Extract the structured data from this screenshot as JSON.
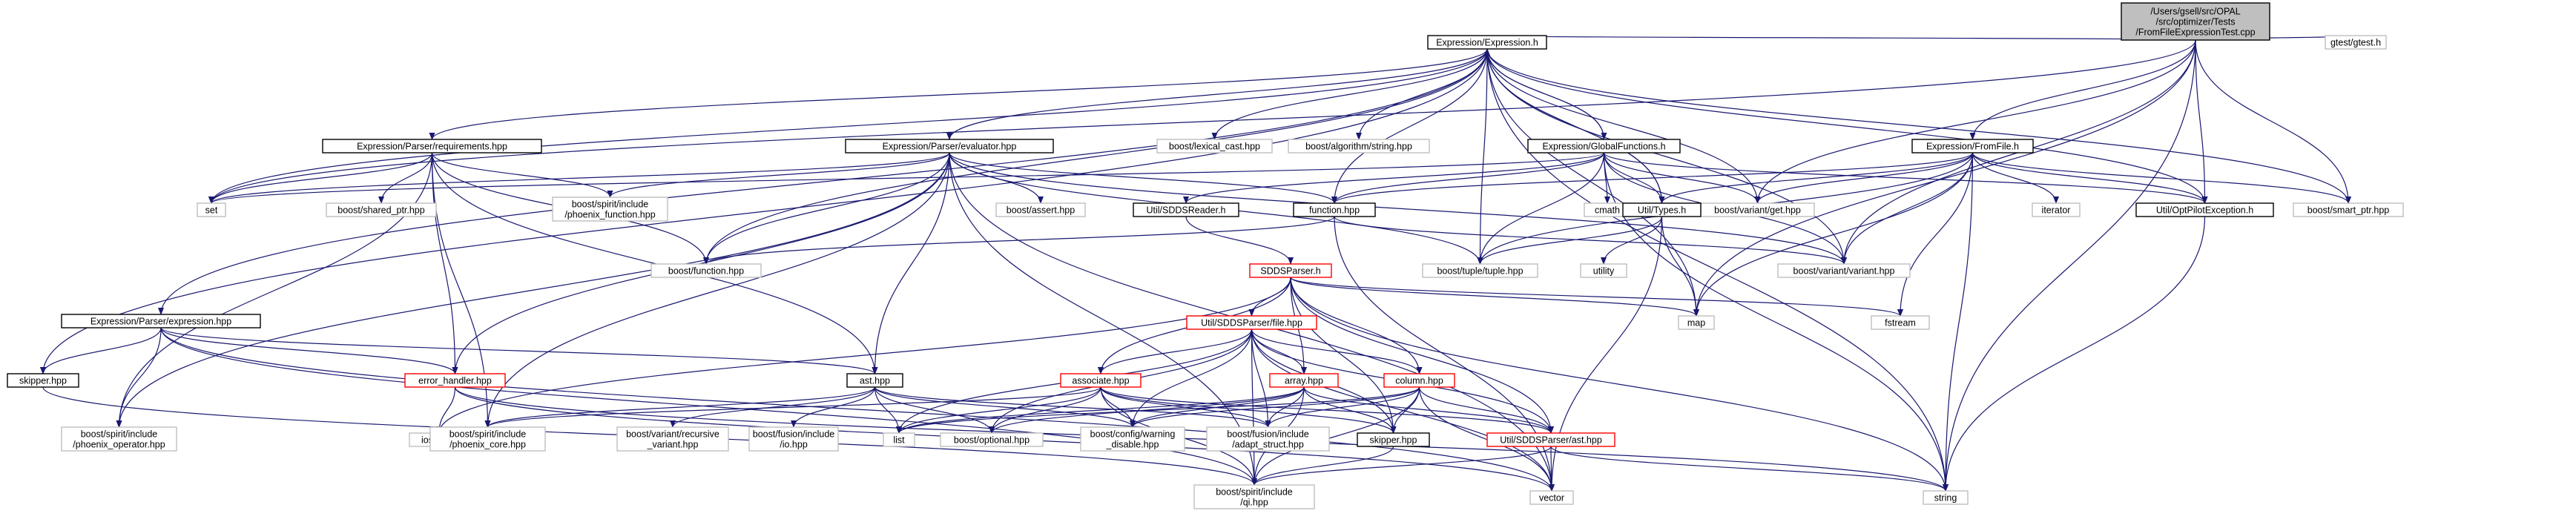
{
  "root": {
    "lines": [
      "/Users/gsell/src/OPAL",
      "/src/optimizer/Tests",
      "/FromFileExpressionTest.cpp"
    ]
  },
  "nodes": {
    "expression_h": "Expression/Expression.h",
    "gtest": "gtest/gtest.h",
    "requirements": "Expression/Parser/requirements.hpp",
    "evaluator": "Expression/Parser/evaluator.hpp",
    "lexical_cast": "boost/lexical_cast.hpp",
    "algorithm_string": "boost/algorithm/string.hpp",
    "global_functions": "Expression/GlobalFunctions.h",
    "fromfile": "Expression/FromFile.h",
    "set": "set",
    "shared_ptr": "boost/shared_ptr.hpp",
    "phoenix_function": [
      "boost/spirit/include",
      "/phoenix_function.hpp"
    ],
    "assert": "boost/assert.hpp",
    "sddsreader": "Util/SDDSReader.h",
    "function_hpp": "function.hpp",
    "variant_get": "boost/variant/get.hpp",
    "cmath": "cmath",
    "types_h": "Util/Types.h",
    "iterator": "iterator",
    "optpilot_exception": "Util/OptPilotException.h",
    "smart_ptr": "boost/smart_ptr.hpp",
    "boost_function": "boost/function.hpp",
    "tuple": "boost/tuple/tuple.hpp",
    "utility": "utility",
    "variant_variant": "boost/variant/variant.hpp",
    "sddsparser_h": "SDDSParser.h",
    "expression_hpp": "Expression/Parser/expression.hpp",
    "sdds_file": "Util/SDDSParser/file.hpp",
    "map": "map",
    "fstream": "fstream",
    "skipper1": "skipper.hpp",
    "error_handler": "error_handler.hpp",
    "ast_hpp": "ast.hpp",
    "associate": "associate.hpp",
    "array": "array.hpp",
    "column": "column.hpp",
    "phoenix_operator": [
      "boost/spirit/include",
      "/phoenix_operator.hpp"
    ],
    "iostream": "iostream",
    "phoenix_core": [
      "boost/spirit/include",
      "/phoenix_core.hpp"
    ],
    "recursive_variant": [
      "boost/variant/recursive",
      "_variant.hpp"
    ],
    "fusion_io": [
      "boost/fusion/include",
      "/io.hpp"
    ],
    "list": "list",
    "optional": "boost/optional.hpp",
    "warning_disable": [
      "boost/config/warning",
      "_disable.hpp"
    ],
    "adapt_struct": [
      "boost/fusion/include",
      "/adapt_struct.hpp"
    ],
    "skipper2": "skipper.hpp",
    "sdds_ast": "Util/SDDSParser/ast.hpp",
    "qi": [
      "boost/spirit/include",
      "/qi.hpp"
    ],
    "vector": "vector",
    "string": "string"
  },
  "colors": {
    "edge": "#191970",
    "root_fill": "#bfbfbf",
    "documented_border": "#000000",
    "undocumented_border": "#ff0000",
    "system_border": "#bfbfbf"
  }
}
